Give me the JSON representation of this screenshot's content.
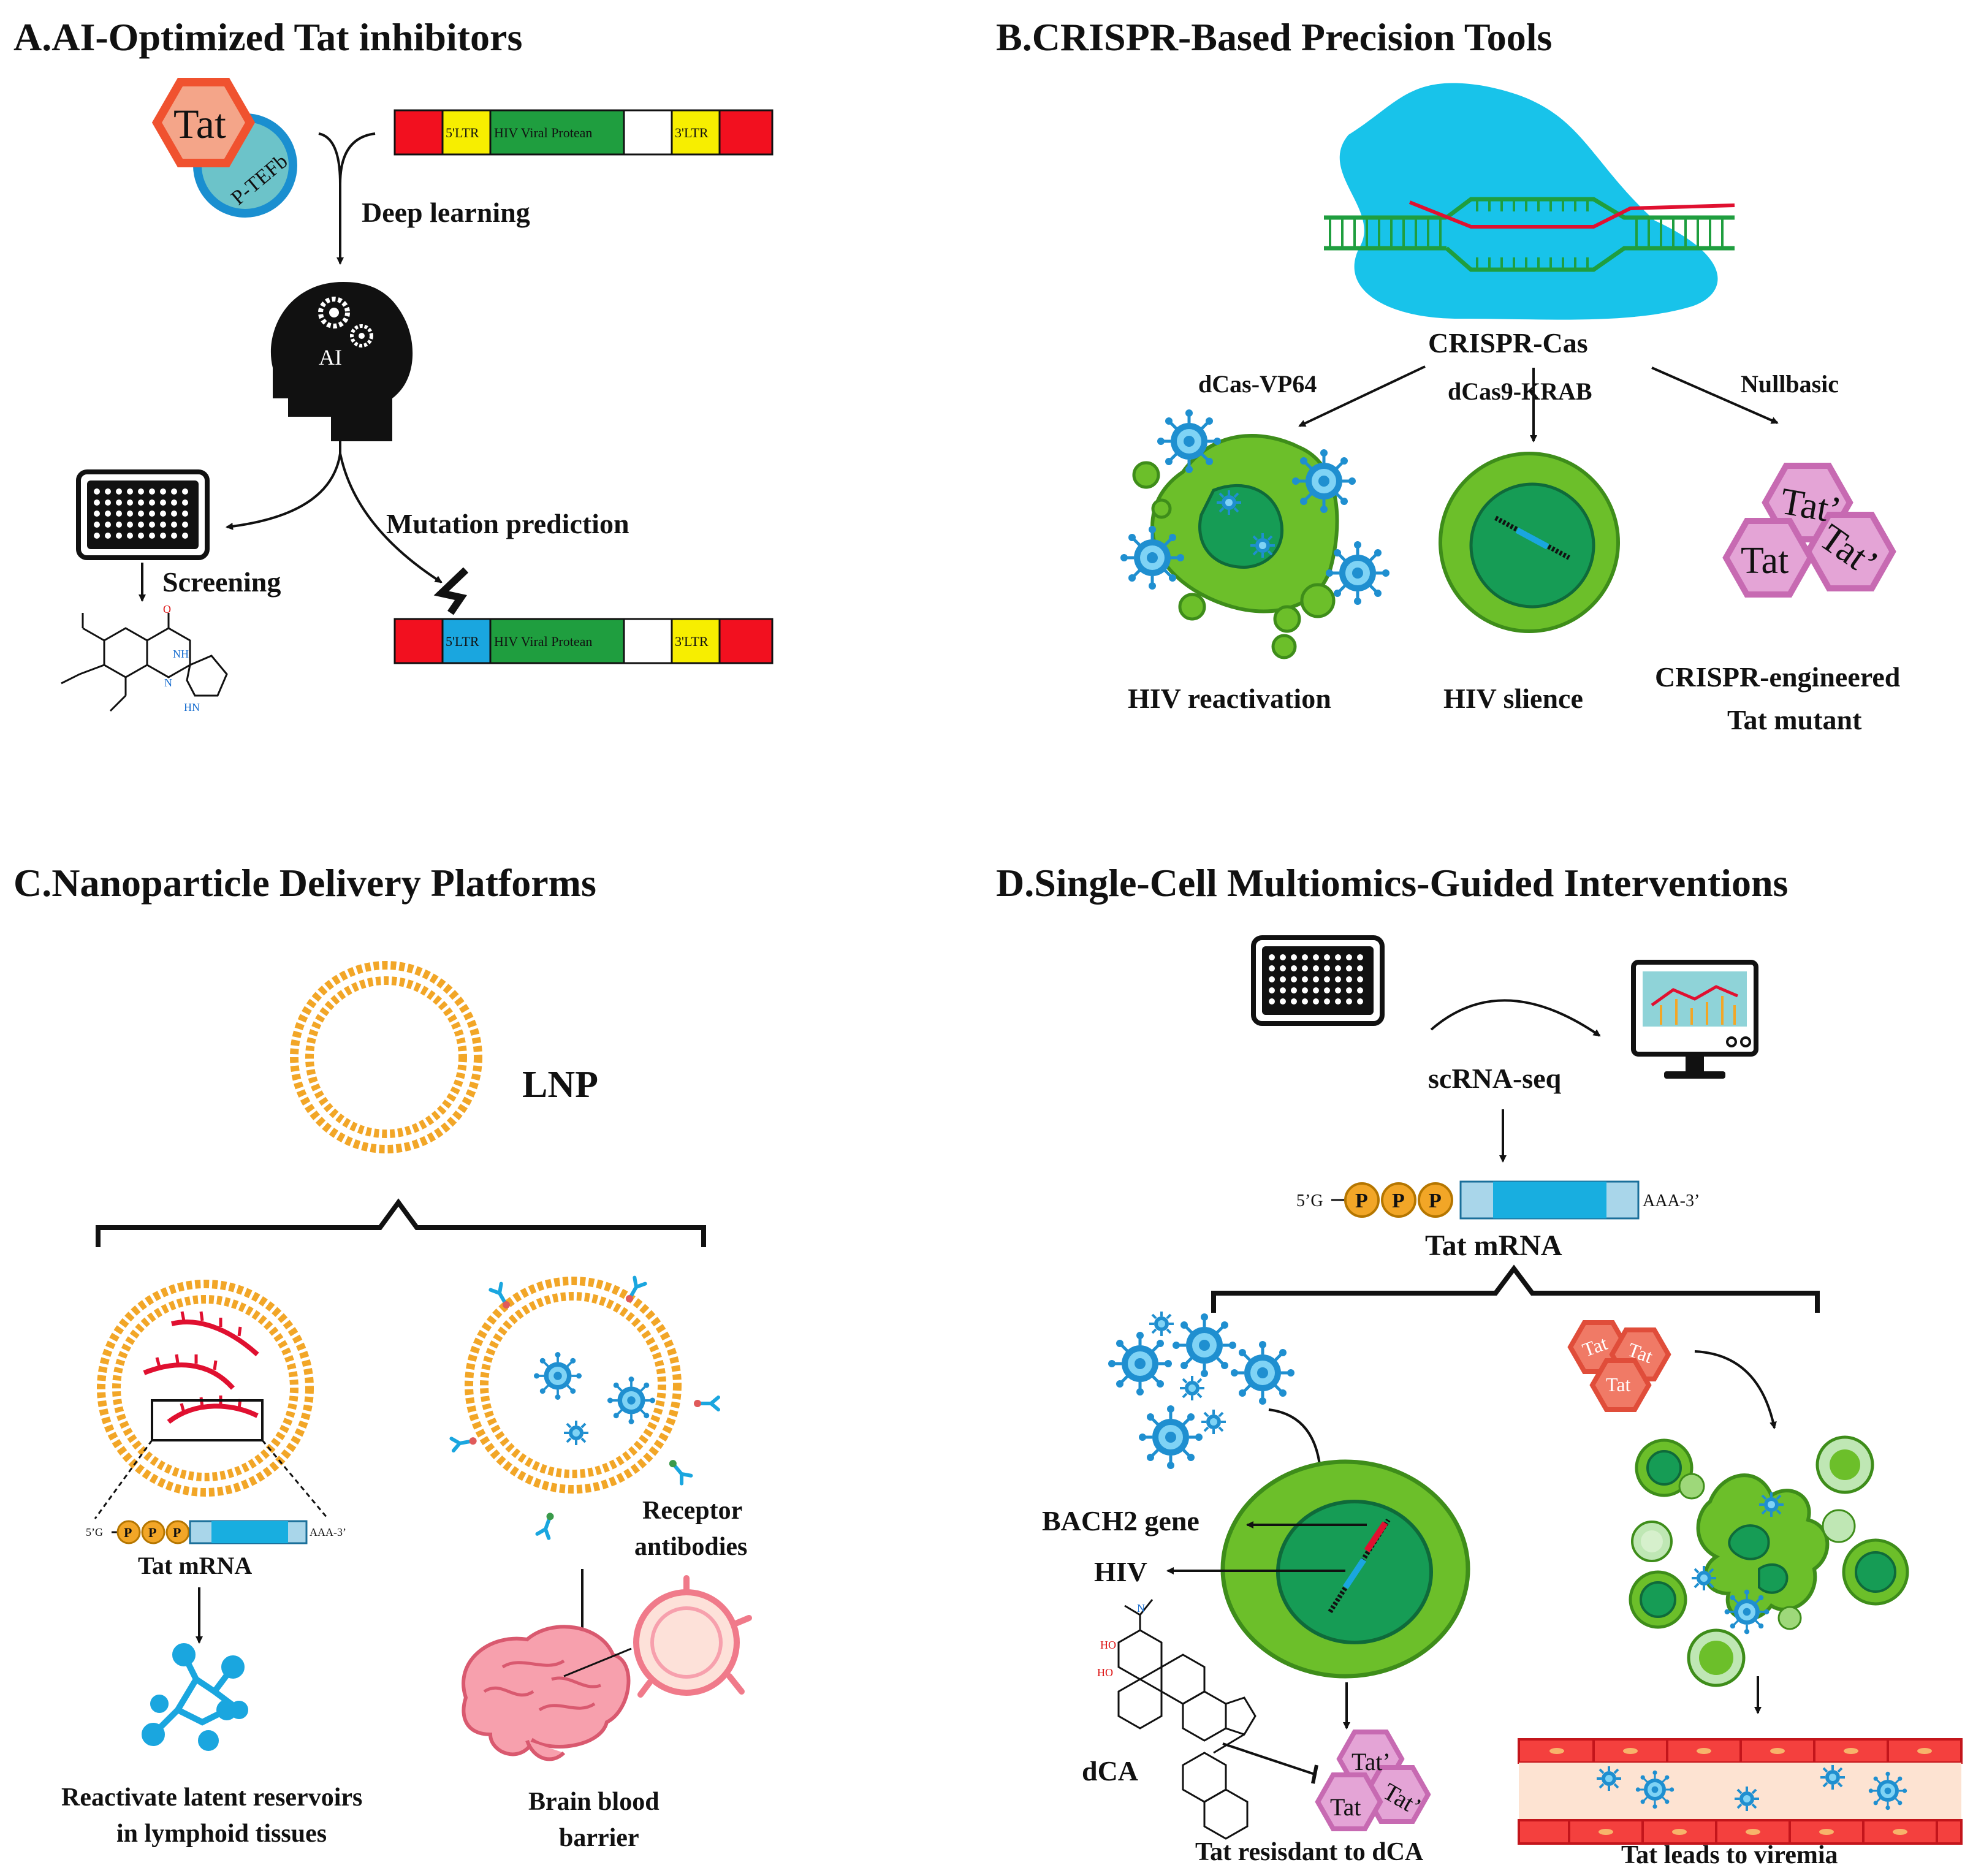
{
  "panels": {
    "a": {
      "title_prefix": "A.",
      "title": "AI-Optimized Tat inhibitors",
      "tat": "Tat",
      "ptefb": "P-TEFb",
      "gene_top": {
        "ltr5": "5'LTR",
        "protein": "HIV Viral Protean",
        "ltr3": "3'LTR"
      },
      "gene_bottom": {
        "ltr5": "5'LTR",
        "protein": "HIV Viral Protean",
        "ltr3": "3'LTR"
      },
      "deep_learning": "Deep learning",
      "ai": "AI",
      "screening": "Screening",
      "mutation": "Mutation prediction",
      "mol": {
        "o": "O",
        "nh": "NH",
        "n": "N",
        "hn": "HN"
      }
    },
    "b": {
      "title": "B.CRISPR-Based Precision Tools",
      "crispr": "CRISPR-Cas",
      "vp64": "dCas-VP64",
      "krab": "dCas9-KRAB",
      "nullbasic": "Nullbasic",
      "reactivation": "HIV reactivation",
      "silence": "HIV slience",
      "engineered_1": "CRISPR-engineered",
      "engineered_2": "Tat mutant",
      "tat_prime_1": "Tat’",
      "tat": "Tat",
      "tat_prime_2": "Tat’"
    },
    "c": {
      "title": "C.Nanoparticle Delivery Platforms",
      "lnp": "LNP",
      "mrna_5": "5’G",
      "p": "P",
      "mrna_3": "AAA-3’",
      "tat_mrna": "Tat mRNA",
      "receptor_1": "Receptor",
      "receptor_2": "antibodies",
      "reactivate_1": "Reactivate latent reservoirs",
      "reactivate_2": "in lymphoid tissues",
      "bbb_1": "Brain blood",
      "bbb_2": "barrier"
    },
    "d": {
      "title": "D.Single-Cell Multiomics-Guided Interventions",
      "scrna": "scRNA-seq",
      "mrna_5": "5’G",
      "p": "P",
      "mrna_3": "AAA-3’",
      "tat_mrna": "Tat mRNA",
      "bach2": "BACH2 gene",
      "hiv": "HIV",
      "dca": "dCA",
      "tat_prime_1": "Tat’",
      "tat": "Tat",
      "tat_prime_2": "Tat’",
      "resistant": "Tat resisdant to dCA",
      "viremia": "Tat leads to viremia",
      "tat_cluster": [
        "Tat",
        "Tat",
        "Tat"
      ]
    }
  },
  "colors": {
    "red": "#f2101f",
    "yellow": "#f7ee00",
    "green": "#1f9e3f",
    "blue_ltr": "#1aa6df",
    "cyan": "#18c3ea",
    "cell_outer": "#6cbf2a",
    "cell_inner": "#169c55",
    "lnp": "#f2a627",
    "tat_orange": "#f07a66",
    "tat_pink": "#e4a4d6",
    "virus": "#1f8fd0"
  }
}
